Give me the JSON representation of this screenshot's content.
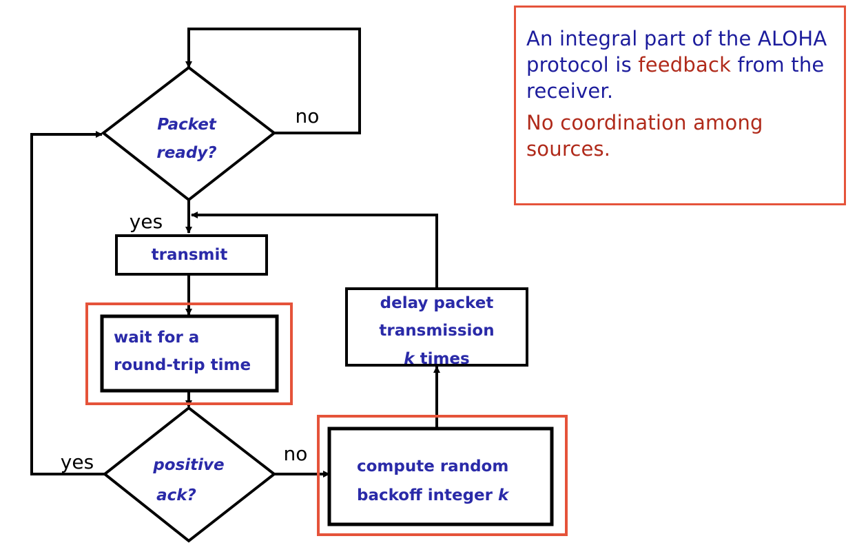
{
  "nodes": {
    "packet_ready": [
      "Packet",
      "ready?"
    ],
    "transmit": [
      "transmit"
    ],
    "wait": [
      "wait for a",
      "round-trip time"
    ],
    "positive_ack": [
      "positive",
      "ack?"
    ],
    "compute_backoff": [
      "compute random",
      "backoff integer ",
      "k"
    ],
    "delay": [
      "delay packet",
      "transmission",
      "k",
      " times"
    ]
  },
  "edge_labels": {
    "packet_no": "no",
    "packet_yes": "yes",
    "ack_yes": "yes",
    "ack_no": "no"
  },
  "note": {
    "line1": "An integral part of the ALOHA protocol is ",
    "highlight": "feedback",
    "line1_end": " from the receiver.",
    "line2": "No coordination among sources."
  },
  "colors": {
    "node_text": "#2a2aa8",
    "note_text": "#1c1c9c",
    "highlight_text": "#b02a1a",
    "highlight_frame": "#e5533a"
  }
}
